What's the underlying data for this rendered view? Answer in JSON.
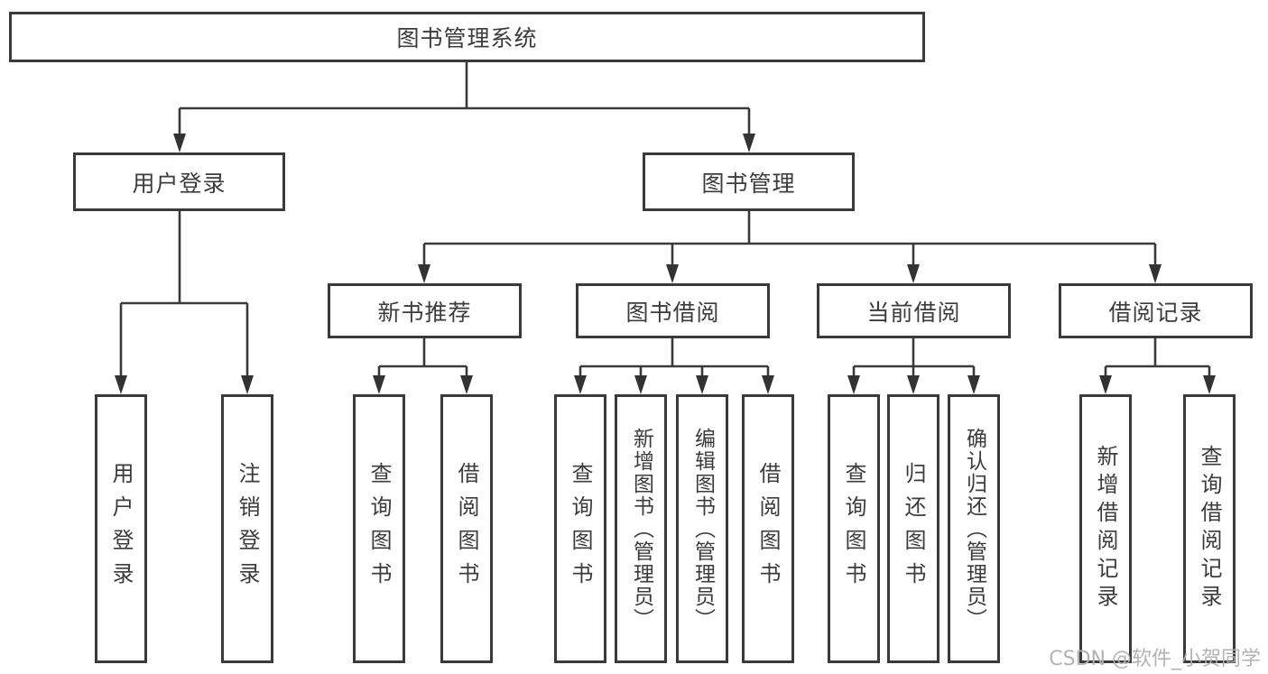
{
  "diagram": {
    "root": {
      "label": "图书管理系统",
      "children": [
        {
          "label": "用户登录",
          "children": [
            {
              "label": "用户登录"
            },
            {
              "label": "注销登录"
            }
          ]
        },
        {
          "label": "图书管理",
          "children": [
            {
              "label": "新书推荐",
              "children": [
                {
                  "label": "查询图书"
                },
                {
                  "label": "借阅图书"
                }
              ]
            },
            {
              "label": "图书借阅",
              "children": [
                {
                  "label": "查询图书"
                },
                {
                  "label": "新增图书（管理员）"
                },
                {
                  "label": "编辑图书（管理员）"
                },
                {
                  "label": "借阅图书"
                }
              ]
            },
            {
              "label": "当前借阅",
              "children": [
                {
                  "label": "查询图书"
                },
                {
                  "label": "归还图书"
                },
                {
                  "label": "确认归还（管理员）"
                }
              ]
            },
            {
              "label": "借阅记录",
              "children": [
                {
                  "label": "新增借阅记录"
                },
                {
                  "label": "查询借阅记录"
                }
              ]
            }
          ]
        }
      ]
    }
  },
  "watermark": {
    "text": "CSDN @软件_小贺同学"
  },
  "colors": {
    "line": "#3a3a3a",
    "box_border": "#3a3a3a",
    "text": "#3c3c3c",
    "watermark": "#afafaf",
    "background": "#ffffff"
  }
}
